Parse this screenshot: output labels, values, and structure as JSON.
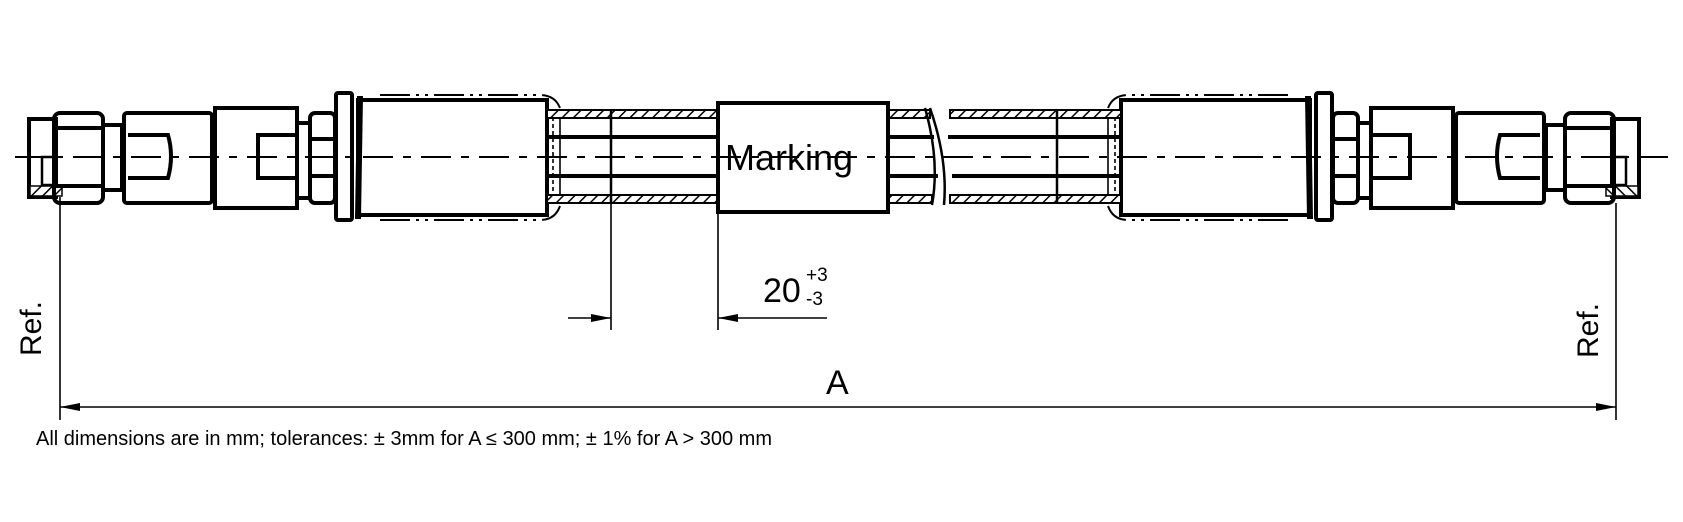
{
  "drawing": {
    "marking_label": "Marking",
    "ref_left": "Ref.",
    "ref_right": "Ref.",
    "dim_a_label": "A",
    "dim_marking_value": "20",
    "dim_marking_tol_upper": "+3",
    "dim_marking_tol_lower": "-3",
    "note": "All dimensions are in mm; tolerances: ± 3mm for A ≤ 300 mm; ± 1% for A > 300 mm"
  }
}
